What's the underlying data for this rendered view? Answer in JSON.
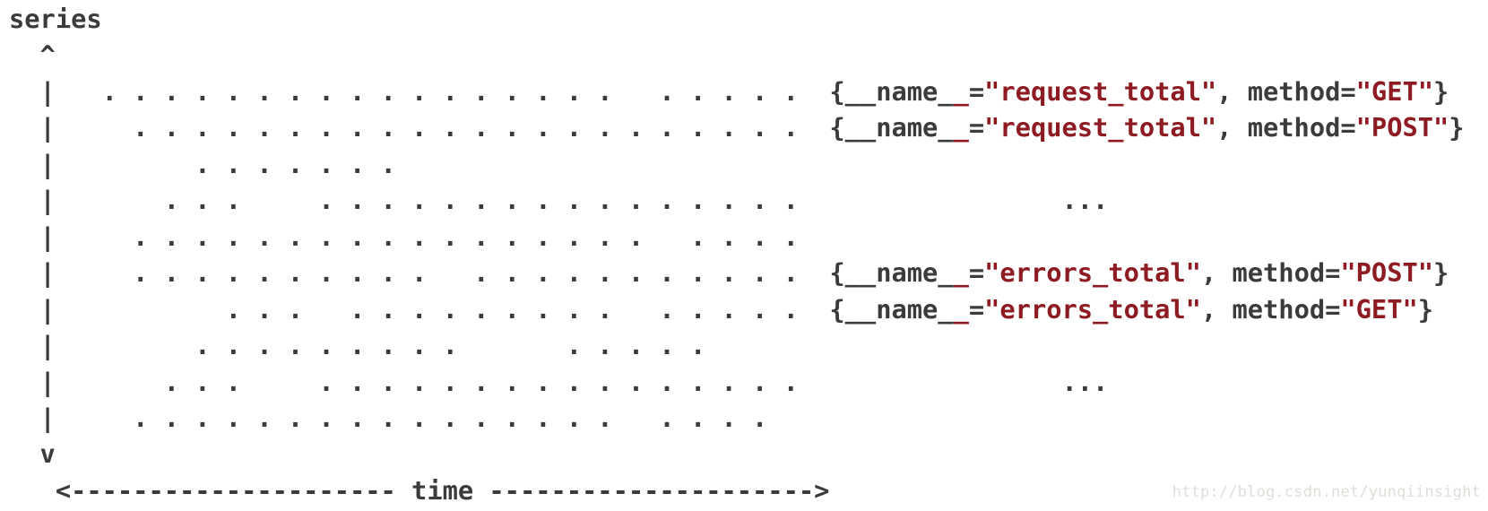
{
  "colors": {
    "ink": "#3b3b3d",
    "red": "#8e1b22",
    "watermark": "#e0ded9"
  },
  "diagram": {
    "type": "ascii-time-series",
    "y_axis_label": "series",
    "x_axis_label": "time",
    "series_labels": [
      "{__name__=\"request_total\", method=\"GET\"}",
      "{__name__=\"request_total\", method=\"POST\"}",
      "{__name__=\"errors_total\", method=\"POST\"}",
      "{__name__=\"errors_total\", method=\"GET\"}"
    ],
    "ellipsis": "...",
    "lines": [
      {
        "segments": [
          [
            "series",
            "ink"
          ]
        ]
      },
      {
        "segments": [
          [
            "  ^",
            "ink"
          ]
        ]
      },
      {
        "segments": [
          [
            "  |   . . . . . . . . . . . . . . . . .   . . . . .  ",
            "ink"
          ],
          [
            "{__name_",
            "ink"
          ],
          [
            "_",
            "red"
          ],
          [
            "=",
            "ink"
          ],
          [
            "\"request_total\"",
            "red"
          ],
          [
            ", method=",
            "ink"
          ],
          [
            "\"GET\"",
            "red"
          ],
          [
            "}",
            "ink"
          ]
        ]
      },
      {
        "segments": [
          [
            "  |     . . . . . . . . . . . . . . . . . . . . . .  ",
            "ink"
          ],
          [
            "{__name_",
            "ink"
          ],
          [
            "_",
            "red"
          ],
          [
            "=",
            "ink"
          ],
          [
            "\"request_total\"",
            "red"
          ],
          [
            ", method=",
            "ink"
          ],
          [
            "\"POST\"",
            "red"
          ],
          [
            "}",
            "ink"
          ]
        ]
      },
      {
        "segments": [
          [
            "  |         . . . . . . .",
            "ink"
          ]
        ]
      },
      {
        "segments": [
          [
            "  |       . . .     . . . . . . . . . . . . . . . .                 ...",
            "ink"
          ]
        ]
      },
      {
        "segments": [
          [
            "  |     . . . . . . . . . . . . . . . . .   . . . .",
            "ink"
          ]
        ]
      },
      {
        "segments": [
          [
            "  |     . . . . . . . . . .   . . . . . . . . . . .  ",
            "ink"
          ],
          [
            "{__name_",
            "ink"
          ],
          [
            "_",
            "red"
          ],
          [
            "=",
            "ink"
          ],
          [
            "\"errors_total\"",
            "red"
          ],
          [
            ", method=",
            "ink"
          ],
          [
            "\"POST\"",
            "red"
          ],
          [
            "}",
            "ink"
          ]
        ]
      },
      {
        "segments": [
          [
            "  |           . . .   . . . . . . . . .   . . . . .  ",
            "ink"
          ],
          [
            "{__name_",
            "ink"
          ],
          [
            "_",
            "red"
          ],
          [
            "=",
            "ink"
          ],
          [
            "\"errors_total\"",
            "red"
          ],
          [
            ", method=",
            "ink"
          ],
          [
            "\"GET\"",
            "red"
          ],
          [
            "}",
            "ink"
          ]
        ]
      },
      {
        "segments": [
          [
            "  |         . . . . . . . . .       . . . . .",
            "ink"
          ]
        ]
      },
      {
        "segments": [
          [
            "  |       . . .     . . . . . . . . . . . . . . . .                 ...",
            "ink"
          ]
        ]
      },
      {
        "segments": [
          [
            "  |     . . . . . . . . . . . . . . . .   . . . .",
            "ink"
          ]
        ]
      },
      {
        "segments": [
          [
            "  v",
            "ink"
          ]
        ]
      },
      {
        "segments": [
          [
            "   <--------------------- time --------------------->",
            "ink"
          ]
        ]
      }
    ]
  },
  "watermark": {
    "text": "http://blog.csdn.net/yunqiinsight"
  }
}
